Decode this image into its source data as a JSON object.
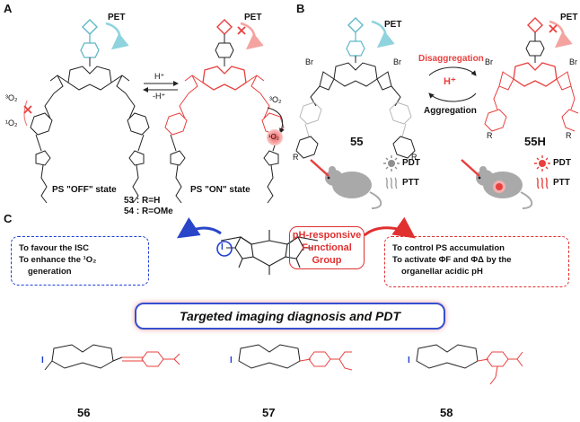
{
  "panels": {
    "a": "A",
    "b": "B",
    "c": "C"
  },
  "panel_a": {
    "pet_left": "PET",
    "pet_right": "PET",
    "proton_forward": "H⁺",
    "proton_back": "-H⁺",
    "o2_triplet_left": "³O₂",
    "o2_singlet_left": "¹O₂",
    "o2_triplet_right": "³O₂",
    "o2_singlet_right": "¹O₂",
    "state_off": "PS \"OFF\" state",
    "state_on": "PS \"ON\" state",
    "compound_53": "53 : R=H",
    "compound_54": "54 : R=OMe"
  },
  "panel_b": {
    "pet_left": "PET",
    "pet_right": "PET",
    "disaggregation": "Disaggregation",
    "aggregation": "Aggregation",
    "proton": "H⁺",
    "compound_55": "55",
    "compound_55h": "55H",
    "pdt_left": "PDT",
    "ptt_left": "PTT",
    "pdt_right": "PDT",
    "ptt_right": "PTT",
    "br": "Br",
    "r": "R"
  },
  "panel_c": {
    "blue_box_lines": [
      "To favour the ISC",
      "To enhance the ¹O₂",
      "generation"
    ],
    "functional_group": [
      "pH-responsive",
      "Functional",
      "Group"
    ],
    "red_box_lines": [
      "To control PS accumulation",
      "To activate ΦF and ΦΔ by the",
      "organellar acidic pH"
    ],
    "iodine": "I",
    "title": "Targeted imaging diagnosis and PDT",
    "compound_56": "56",
    "compound_57": "57",
    "compound_58": "58"
  },
  "colors": {
    "teal": "#5fb8c7",
    "red": "#e8403e",
    "blue": "#1f3fd6",
    "grey": "#8f8f8f"
  }
}
